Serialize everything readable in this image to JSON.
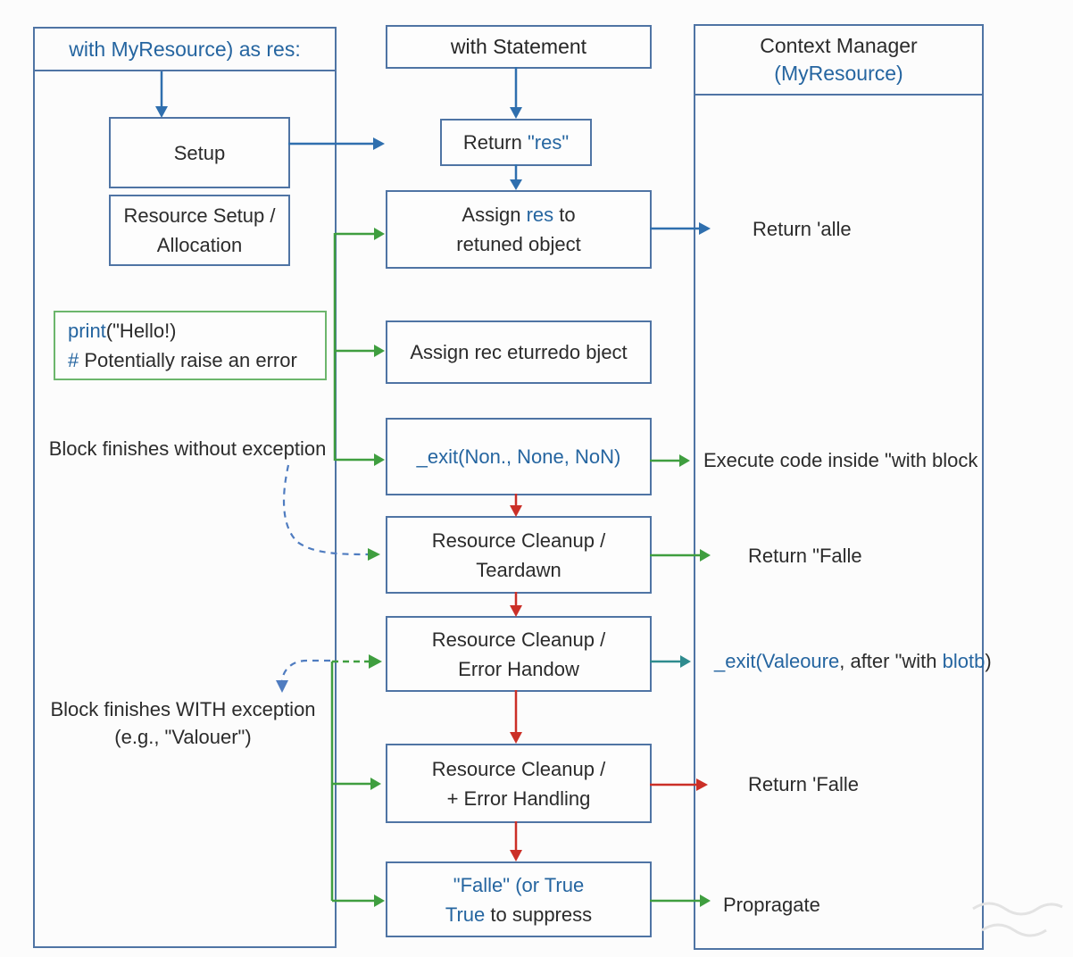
{
  "colors": {
    "box_border": "#4f74a4",
    "lane_border": "#4f74a4",
    "blue_text": "#2565a0",
    "dark_text": "#2b2b2b",
    "green_arrow": "#3f9e3f",
    "green_box_border": "#6cb66c",
    "red_arrow": "#cb2f27",
    "blue_arrow": "#2f6fae",
    "dashed_blue": "#4f7cc0",
    "teal_arrow": "#2e8b8e"
  },
  "lanes": {
    "left": {
      "title": "with MyResource) as res:"
    },
    "right": {
      "title_line1": "Context Manager",
      "title_line2": "(MyResource)"
    }
  },
  "header": {
    "with_statement": "with Statement"
  },
  "boxes": {
    "setup": {
      "label": "Setup"
    },
    "resource_setup": {
      "line1": "Resource Setup /",
      "line2": "Allocation"
    },
    "print_code": {
      "l1a": "print",
      "l1b": "(\"Hello!)",
      "l2a": "#",
      "l2b": " Potentially raise an error"
    },
    "return_res": {
      "l1a": "Return ",
      "l1b": "\"res\""
    },
    "assign_res": {
      "l1a": "Assign ",
      "l1b": "res",
      "l1c": " to",
      "line2": "retuned object"
    },
    "assign_rec": {
      "label": "Assign rec eturredo bject"
    },
    "exit_none": {
      "label": "_exit(Non., None, NoN)"
    },
    "teardown": {
      "line1": "Resource Cleanup /",
      "line2": "Teardawn"
    },
    "error_handow": {
      "line1": "Resource Cleanup /",
      "line2": "Error Handow"
    },
    "error_handling": {
      "line1": "Resource Cleanup /",
      "line2": "+ Error Handling"
    },
    "falle": {
      "line1": "\"Falle\" (or True",
      "l2a": "True",
      "l2b": " to suppress"
    }
  },
  "annotations": {
    "no_exception": "Block finishes without exception",
    "with_exception_line1": "Block finishes WITH exception",
    "with_exception_line2": "(e.g., \"Valouer\")"
  },
  "right_labels": {
    "return_alle": "Return 'alle",
    "execute_code": "Execute code inside \"with block",
    "return_falle": "Return \"Falle",
    "exit_valeoure": {
      "a": "_exit(Valeoure",
      "b": ", after \"with ",
      "c": "blotb",
      "d": ")"
    },
    "return_falle2": "Return 'Falle",
    "propragate": "Propragate"
  }
}
